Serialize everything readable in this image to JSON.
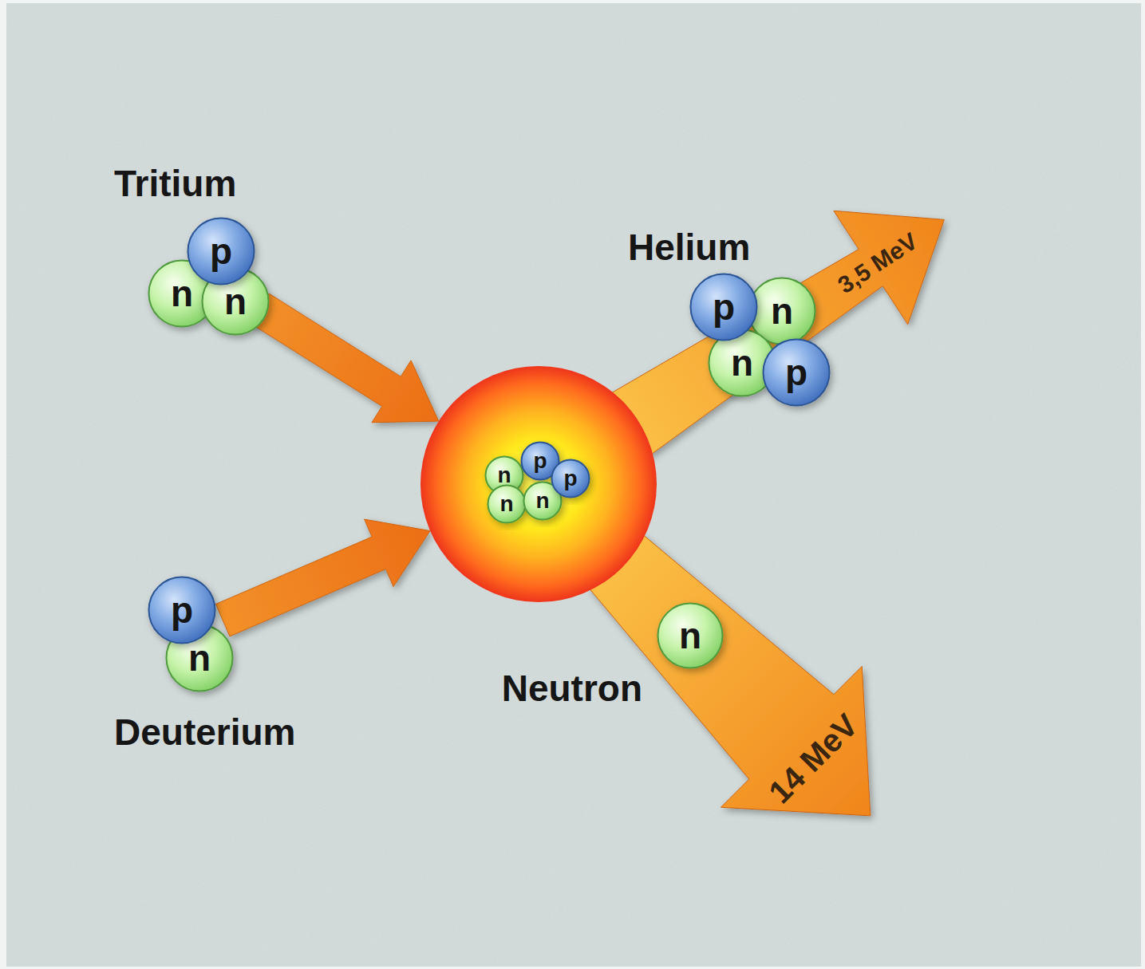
{
  "diagram": {
    "nodes": [
      {
        "text": [
          "Tritium"
        ]
      },
      {
        "text": [
          "p"
        ],
        "in": 0
      },
      {
        "text": [
          "n"
        ],
        "in": 0
      },
      {
        "text": [
          "n"
        ],
        "in": 0
      },
      {
        "text": [
          "Helium"
        ]
      },
      {
        "text": [
          "p"
        ],
        "in": 4
      },
      {
        "text": [
          "n"
        ],
        "in": 4
      },
      {
        "text": [
          "n"
        ],
        "in": 4
      },
      {
        "text": [
          "p"
        ],
        "in": 4
      },
      {},
      {
        "text": [
          "n"
        ],
        "in": 9
      },
      {
        "text": [
          "p"
        ],
        "in": 9
      },
      {
        "text": [
          "p"
        ],
        "in": 9
      },
      {
        "text": [
          "n"
        ],
        "in": 9
      },
      {
        "text": [
          "n"
        ],
        "in": 9
      },
      {
        "text": [
          "Deuterium"
        ]
      },
      {
        "text": [
          "p"
        ],
        "in": 15
      },
      {
        "text": [
          "n"
        ],
        "in": 15
      },
      {
        "text": [
          "Neutron"
        ]
      },
      {
        "text": [
          "n"
        ],
        "in": 18
      }
    ],
    "edges": [
      {
        "from": 0,
        "to": 9,
        "arrow": "to"
      },
      {
        "from": 15,
        "to": 9,
        "arrow": "to"
      },
      {
        "from": 9,
        "to": 4,
        "label": "3,5 MeV",
        "arrow": "to"
      },
      {
        "from": 9,
        "to": 18,
        "label": "14 MeV",
        "arrow": "to"
      }
    ]
  }
}
